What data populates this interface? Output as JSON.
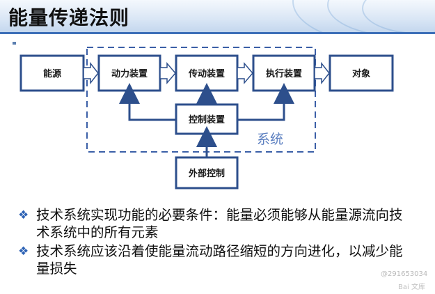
{
  "slide": {
    "title": "能量传递法则"
  },
  "diagram": {
    "nodes": {
      "source": "能源",
      "power": "动力装置",
      "transmission": "传动装置",
      "execution": "执行装置",
      "object": "对象",
      "control": "控制装置",
      "external_control": "外部控制"
    },
    "system_label": "系统"
  },
  "bullets": [
    "技术系统实现功能的必要条件：能量必须能够从能量源流向技术系统中的所有元素",
    "技术系统应该沿着使能量流动路径缩短的方向进化，以减少能量损失"
  ],
  "watermark": {
    "id": "@291653034",
    "logo": "Bai 文库"
  },
  "colors": {
    "box_border": "#2d4f8c",
    "arrow_fill": "#ffffff",
    "dashed_border": "#3b5fa7",
    "bullet_marker": "#2e63b5",
    "header_rule": "#3d6fb8"
  }
}
